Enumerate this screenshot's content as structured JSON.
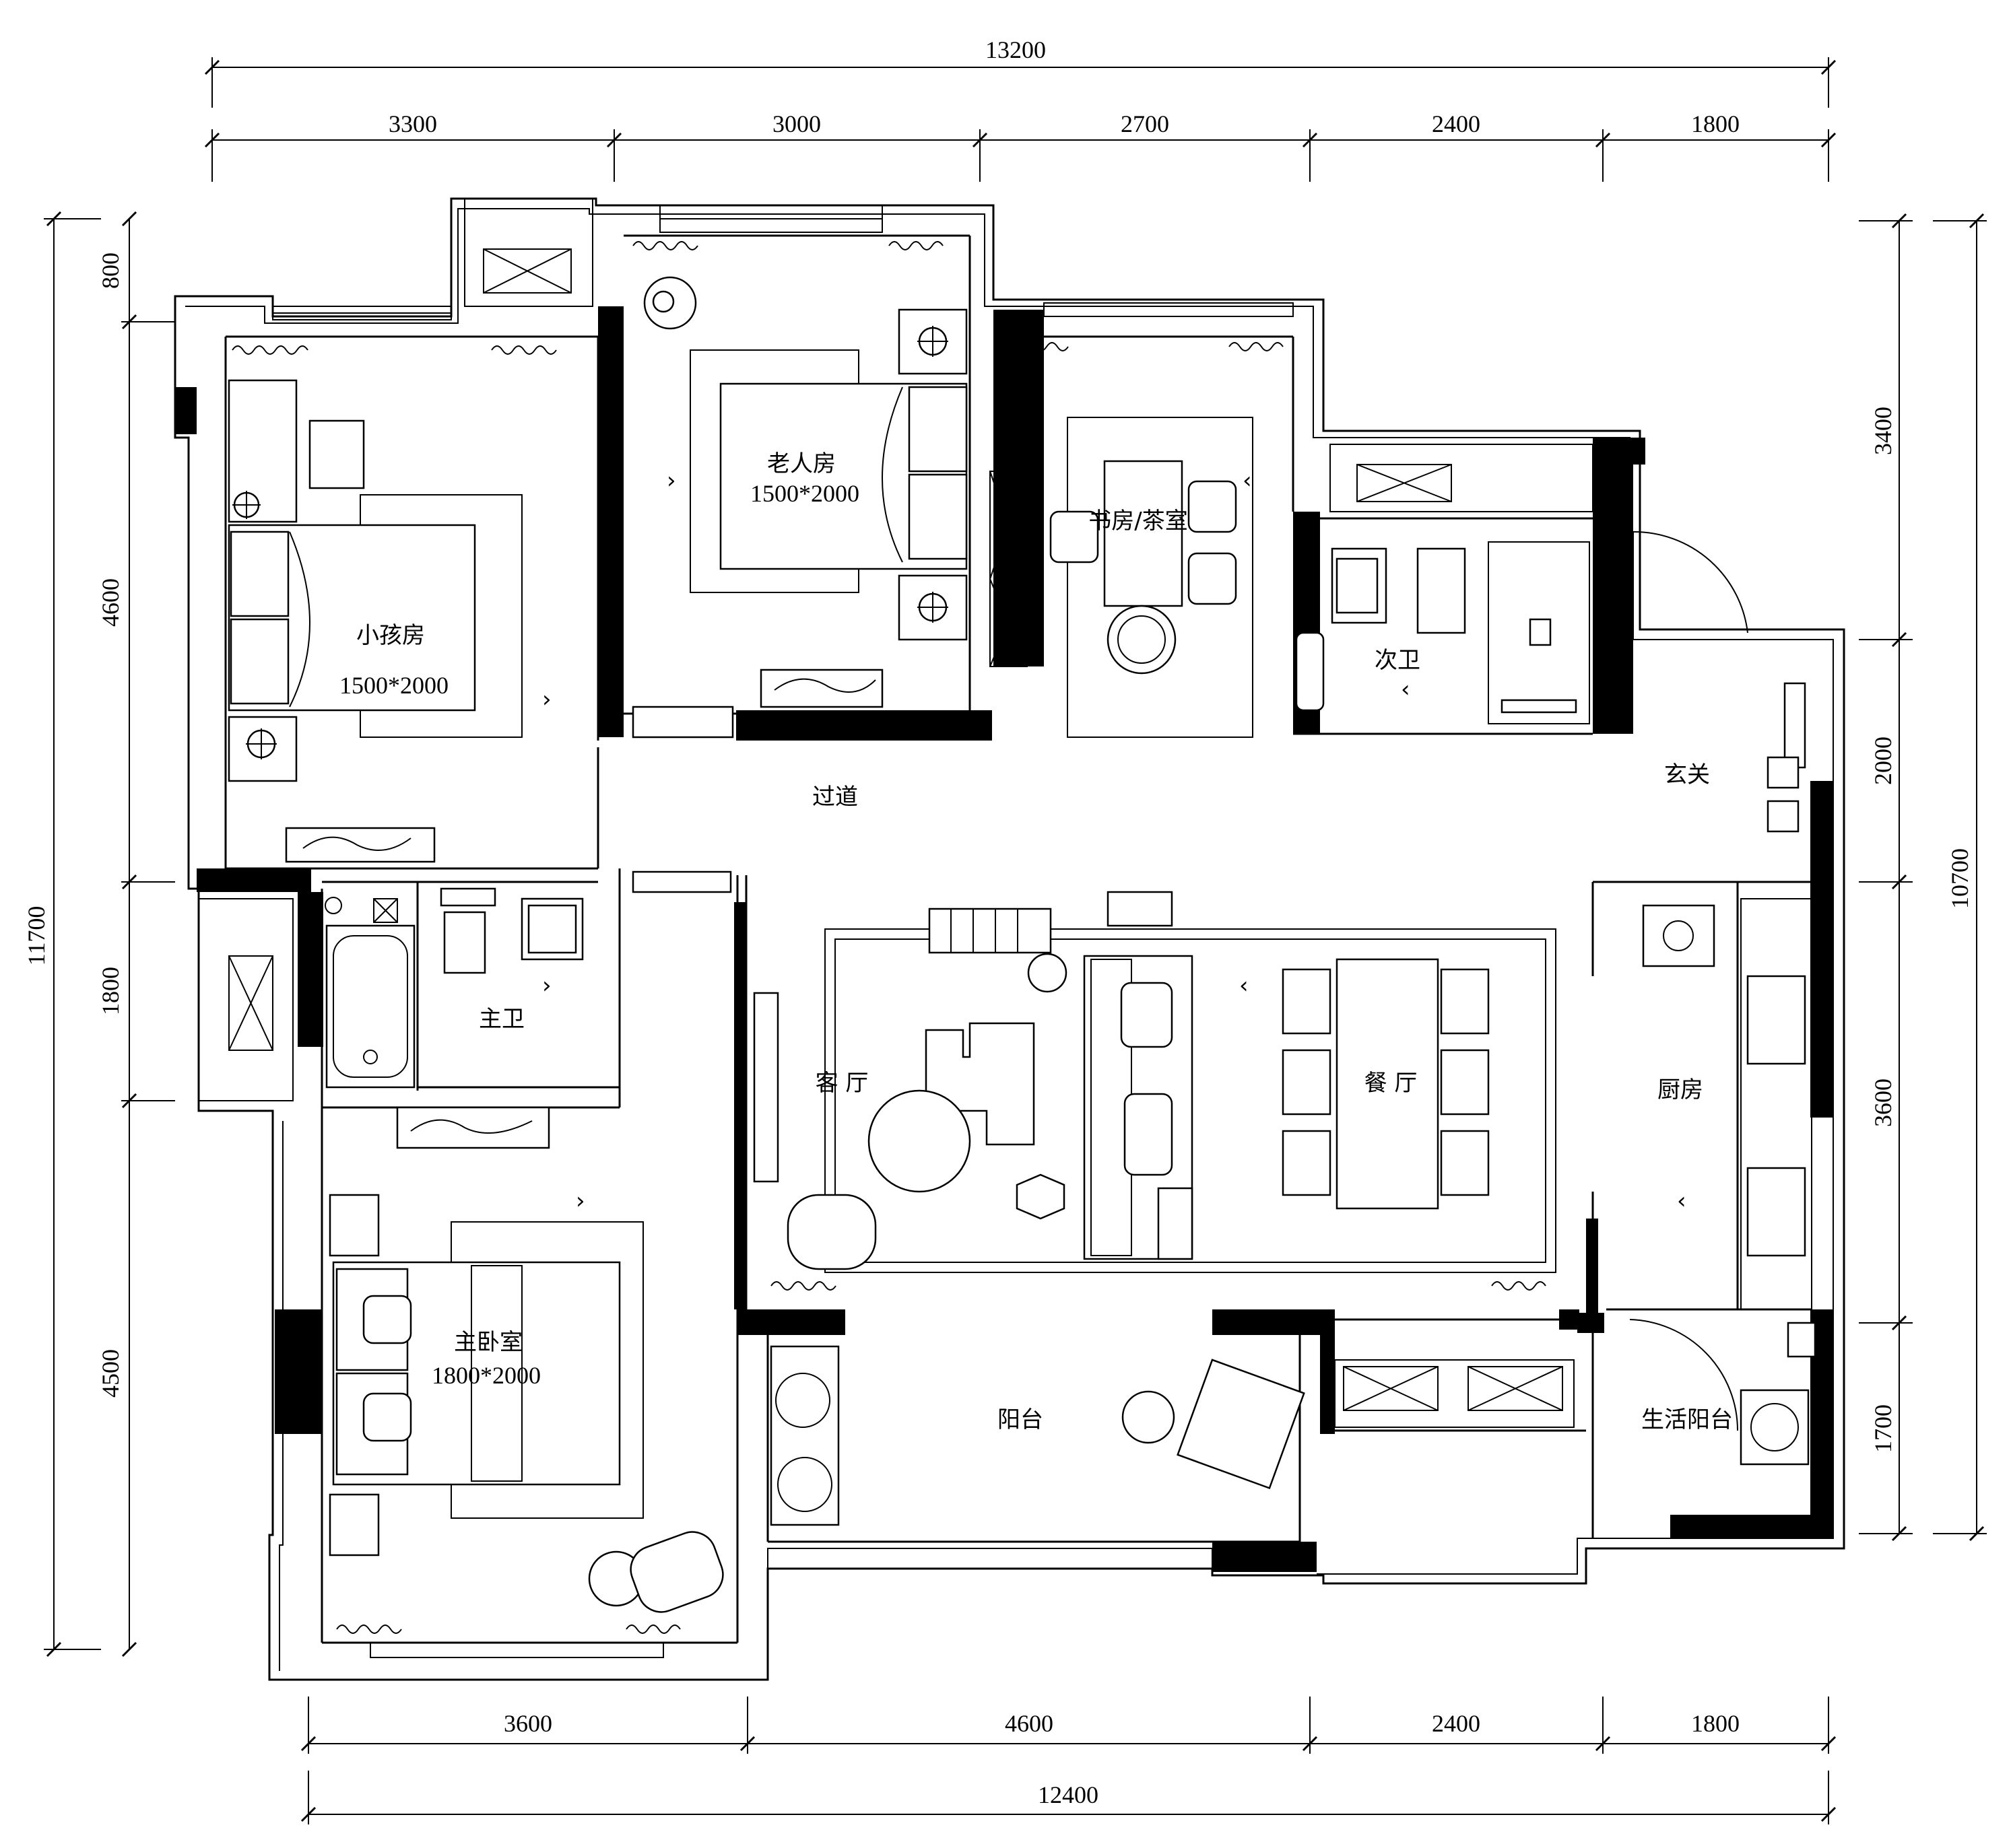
{
  "dimensions": {
    "top_total": "13200",
    "top_segments": [
      "3300",
      "3000",
      "2700",
      "2400",
      "1800"
    ],
    "bottom_segments": [
      "3600",
      "4600",
      "2400",
      "1800"
    ],
    "bottom_total": "12400",
    "left_total": "11700",
    "left_segments": [
      "800",
      "4600",
      "1800",
      "4500"
    ],
    "right_total": "10700",
    "right_segments": [
      "3400",
      "2000",
      "3600",
      "1700"
    ]
  },
  "rooms": {
    "kids_room": "小孩房",
    "kids_bed": "1500*2000",
    "elder_room": "老人房",
    "elder_bed": "1500*2000",
    "study": "书房/茶室",
    "second_bath": "次卫",
    "entry": "玄关",
    "corridor": "过道",
    "master_bath": "主卫",
    "living": "客 厅",
    "dining": "餐 厅",
    "kitchen": "厨房",
    "master_bedroom": "主卧室",
    "master_bed": "1800*2000",
    "balcony": "阳台",
    "service_balcony": "生活阳台"
  }
}
